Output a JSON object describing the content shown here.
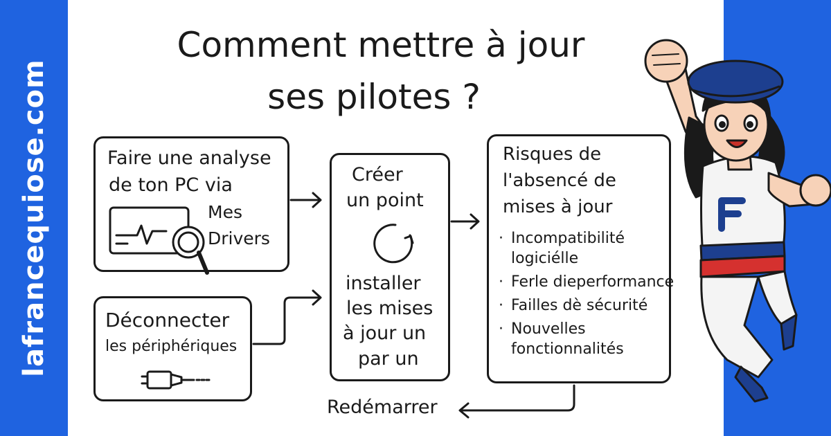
{
  "brand": {
    "site": "lafrancequiose.com",
    "accent": "#1f63e0"
  },
  "title": {
    "line1": "Comment  mettre à jour",
    "line2": "ses pilotes ?"
  },
  "steps": {
    "analyse": {
      "line1": "Faire une analyse",
      "line2": "de ton PC via",
      "app_line1": "Mes",
      "app_line2": "Drivers",
      "icon": "monitor-magnifier-icon"
    },
    "disconnect": {
      "line1": "Déconnecter",
      "line2": "les périphériques",
      "icon": "usb-cable-icon"
    },
    "restore": {
      "line1": "Créer",
      "line2": "un point",
      "line3": "installer",
      "line4": "les mises",
      "line5": "à jour un",
      "line6": "par un",
      "icon": "refresh-cycle-icon"
    },
    "risks": {
      "heading1": "Risques de",
      "heading2": "l'absencé de",
      "heading3": "mises à jour",
      "items": [
        "Incompatibilité\nlogiciélle",
        "Ferle dieperformance",
        "Failles dè sécurité",
        "Nouvelles\nfonctionnalités"
      ]
    },
    "restart": {
      "label": "Redémarrer"
    }
  },
  "mascot": {
    "shirt_letter": "F",
    "shirt_color": "#ffffff",
    "beret_color": "#1d3f8f",
    "stripe_blue": "#1d3f8f",
    "stripe_red": "#d5312f"
  }
}
